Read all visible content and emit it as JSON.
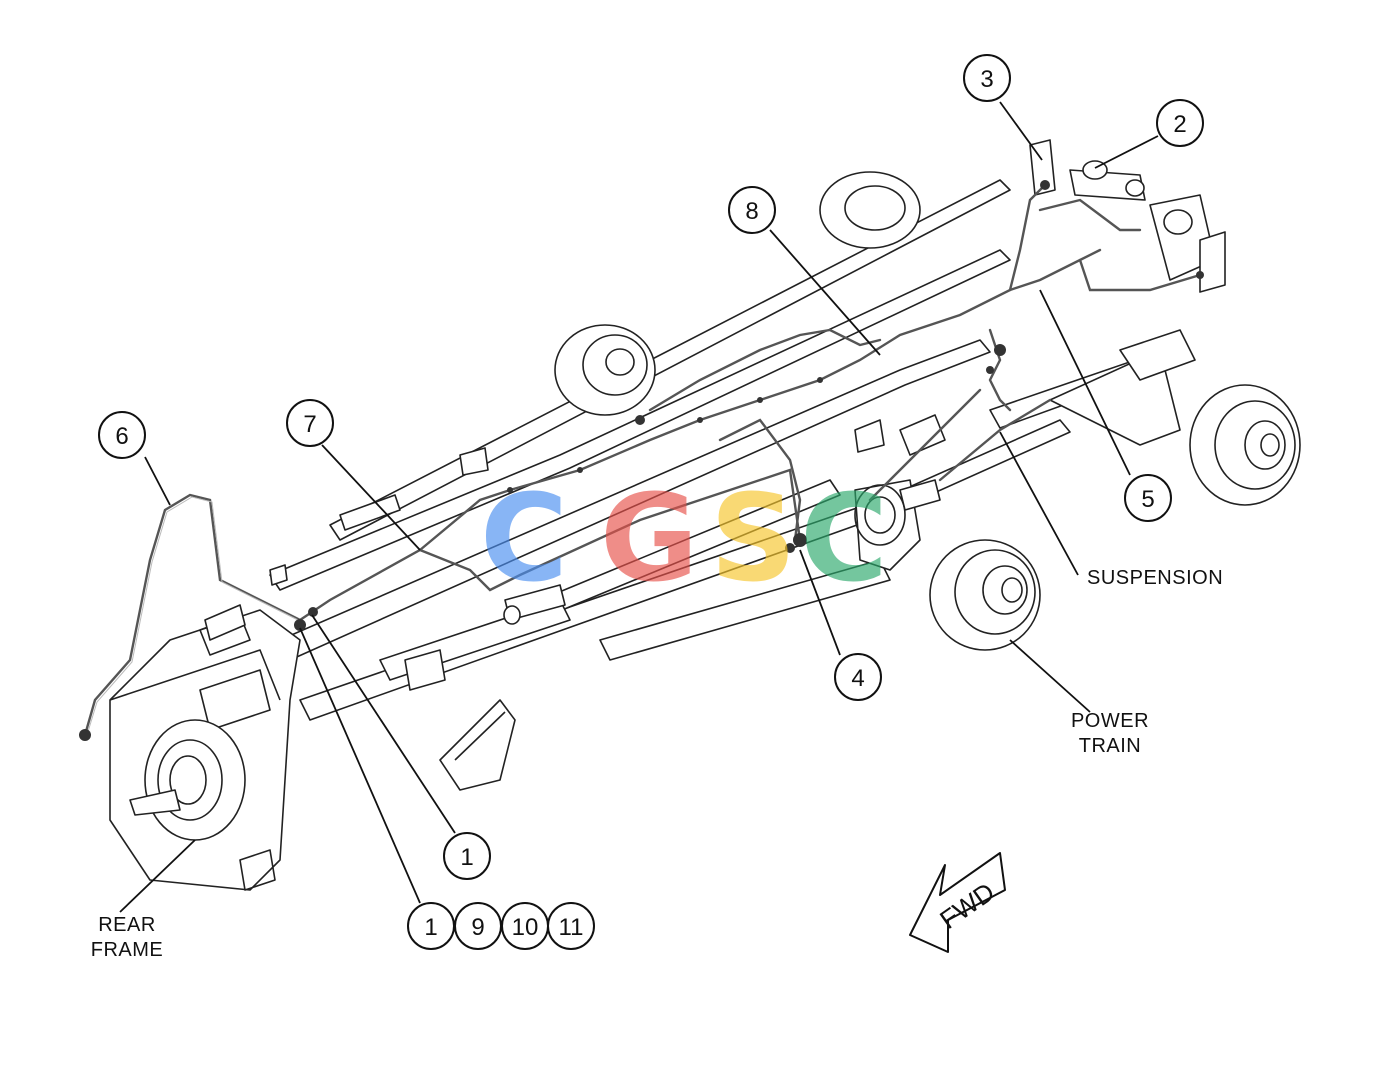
{
  "callouts": {
    "c3": "3",
    "c2": "2",
    "c8": "8",
    "c6": "6",
    "c7": "7",
    "c5": "5",
    "c4": "4",
    "c1_upper": "1",
    "c1_lower": "1",
    "c9": "9",
    "c10": "10",
    "c11": "11"
  },
  "labels": {
    "suspension": "SUSPENSION",
    "power_train_line1": "POWER",
    "power_train_line2": "TRAIN",
    "rear_frame_line1": "REAR",
    "rear_frame_line2": "FRAME",
    "fwd": "FWD"
  },
  "watermark": {
    "letters": [
      "C",
      "G",
      "S",
      "C"
    ],
    "colors": [
      "#4a8ef0",
      "#e8514a",
      "#f7c52b",
      "#2aa86b"
    ]
  }
}
